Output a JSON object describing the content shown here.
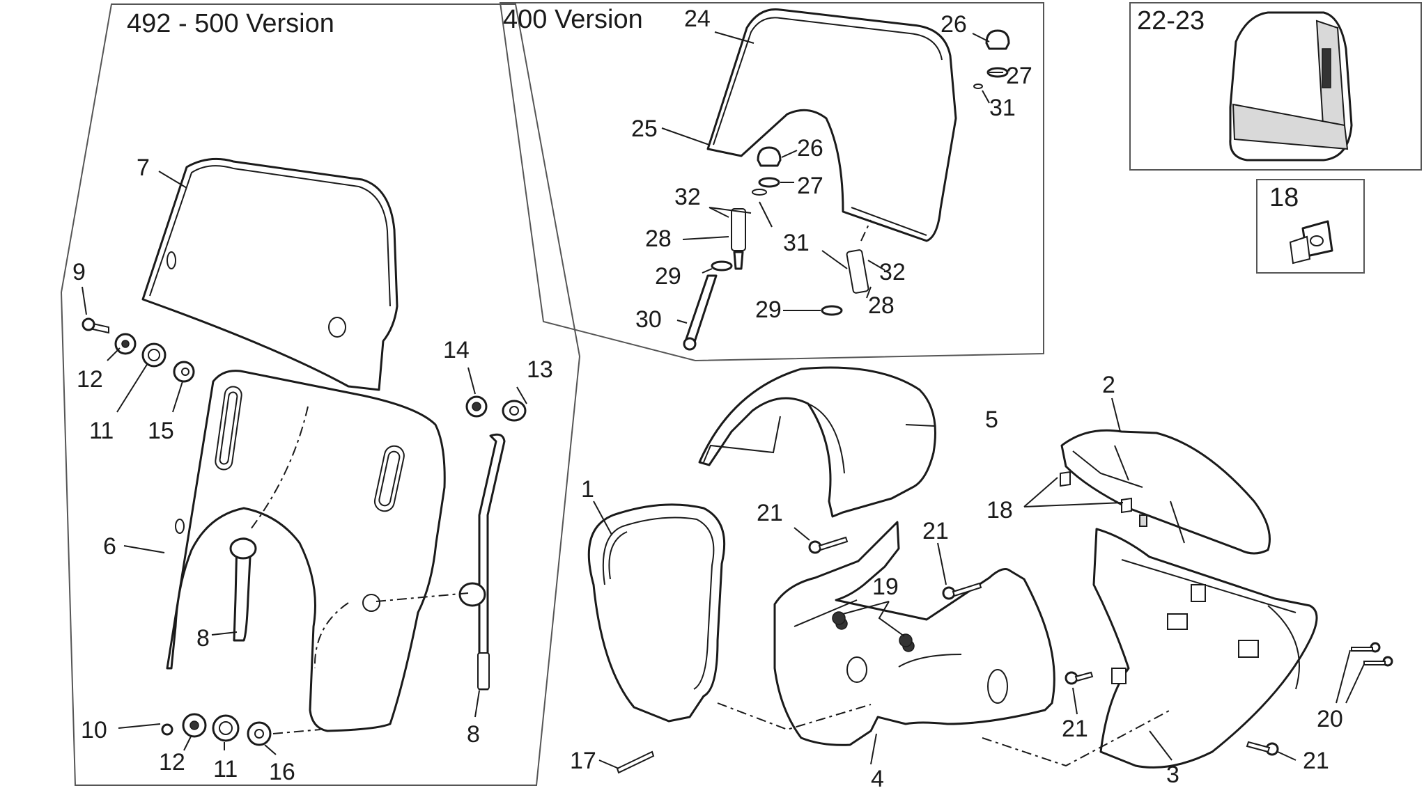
{
  "frames": {
    "version_492_500": "492 - 500 Version",
    "version_400": "400 Version",
    "inset_22_23": "22-23",
    "inset_18": "18"
  },
  "callouts": {
    "c1": "1",
    "c2": "2",
    "c3": "3",
    "c4": "4",
    "c5": "5",
    "c6": "6",
    "c7": "7",
    "c8_top": "8",
    "c8_bottom": "8",
    "c9": "9",
    "c10": "10",
    "c11_top": "11",
    "c11_bottom": "11",
    "c12_top": "12",
    "c12_bottom": "12",
    "c13": "13",
    "c14": "14",
    "c15": "15",
    "c16": "16",
    "c17": "17",
    "c18": "18",
    "c19": "19",
    "c20": "20",
    "c21_a": "21",
    "c21_b": "21",
    "c21_c": "21",
    "c21_d": "21",
    "c24": "24",
    "c25": "25",
    "c26_top": "26",
    "c26_mid": "26",
    "c27_top": "27",
    "c27_mid": "27",
    "c28_left": "28",
    "c28_right": "28",
    "c29_left": "29",
    "c29_right": "29",
    "c30": "30",
    "c31_top": "31",
    "c31_mid": "31",
    "c32_left": "32",
    "c32_right": "32"
  },
  "colors": {
    "line": "#1a1a1a",
    "frame": "#555555",
    "shade": "#d9d9d9"
  }
}
